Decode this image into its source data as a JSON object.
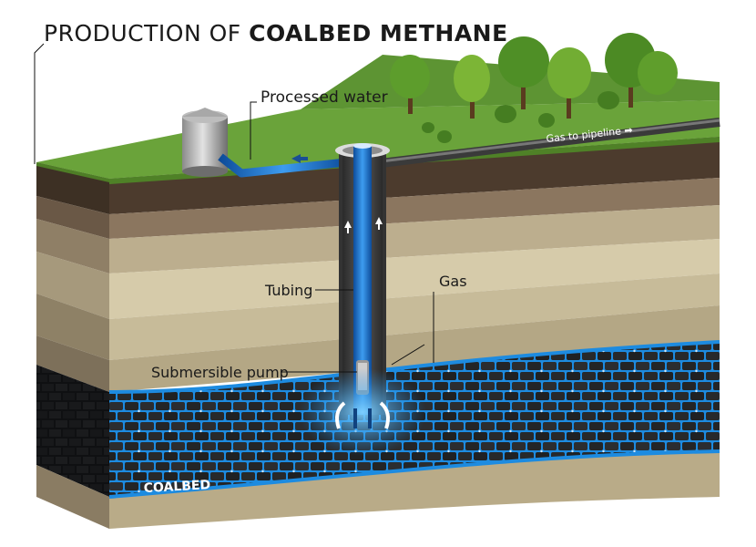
{
  "title": {
    "prefix": "PRODUCTION OF",
    "emphasis": "COALBED METHANE"
  },
  "labels": {
    "processed_water": "Processed water",
    "gas_to_pipeline": "Gas to pipeline ➡",
    "tubing": "Tubing",
    "gas": "Gas",
    "submersible_pump": "Submersible pump",
    "coalbed": "COALBED"
  },
  "colors": {
    "grass": "#6aa33a",
    "soil_dark": "#4a3a2e",
    "coal": "#222426",
    "water_blue": "#1f8ce6",
    "pipe_blue": "#2a76c8"
  }
}
